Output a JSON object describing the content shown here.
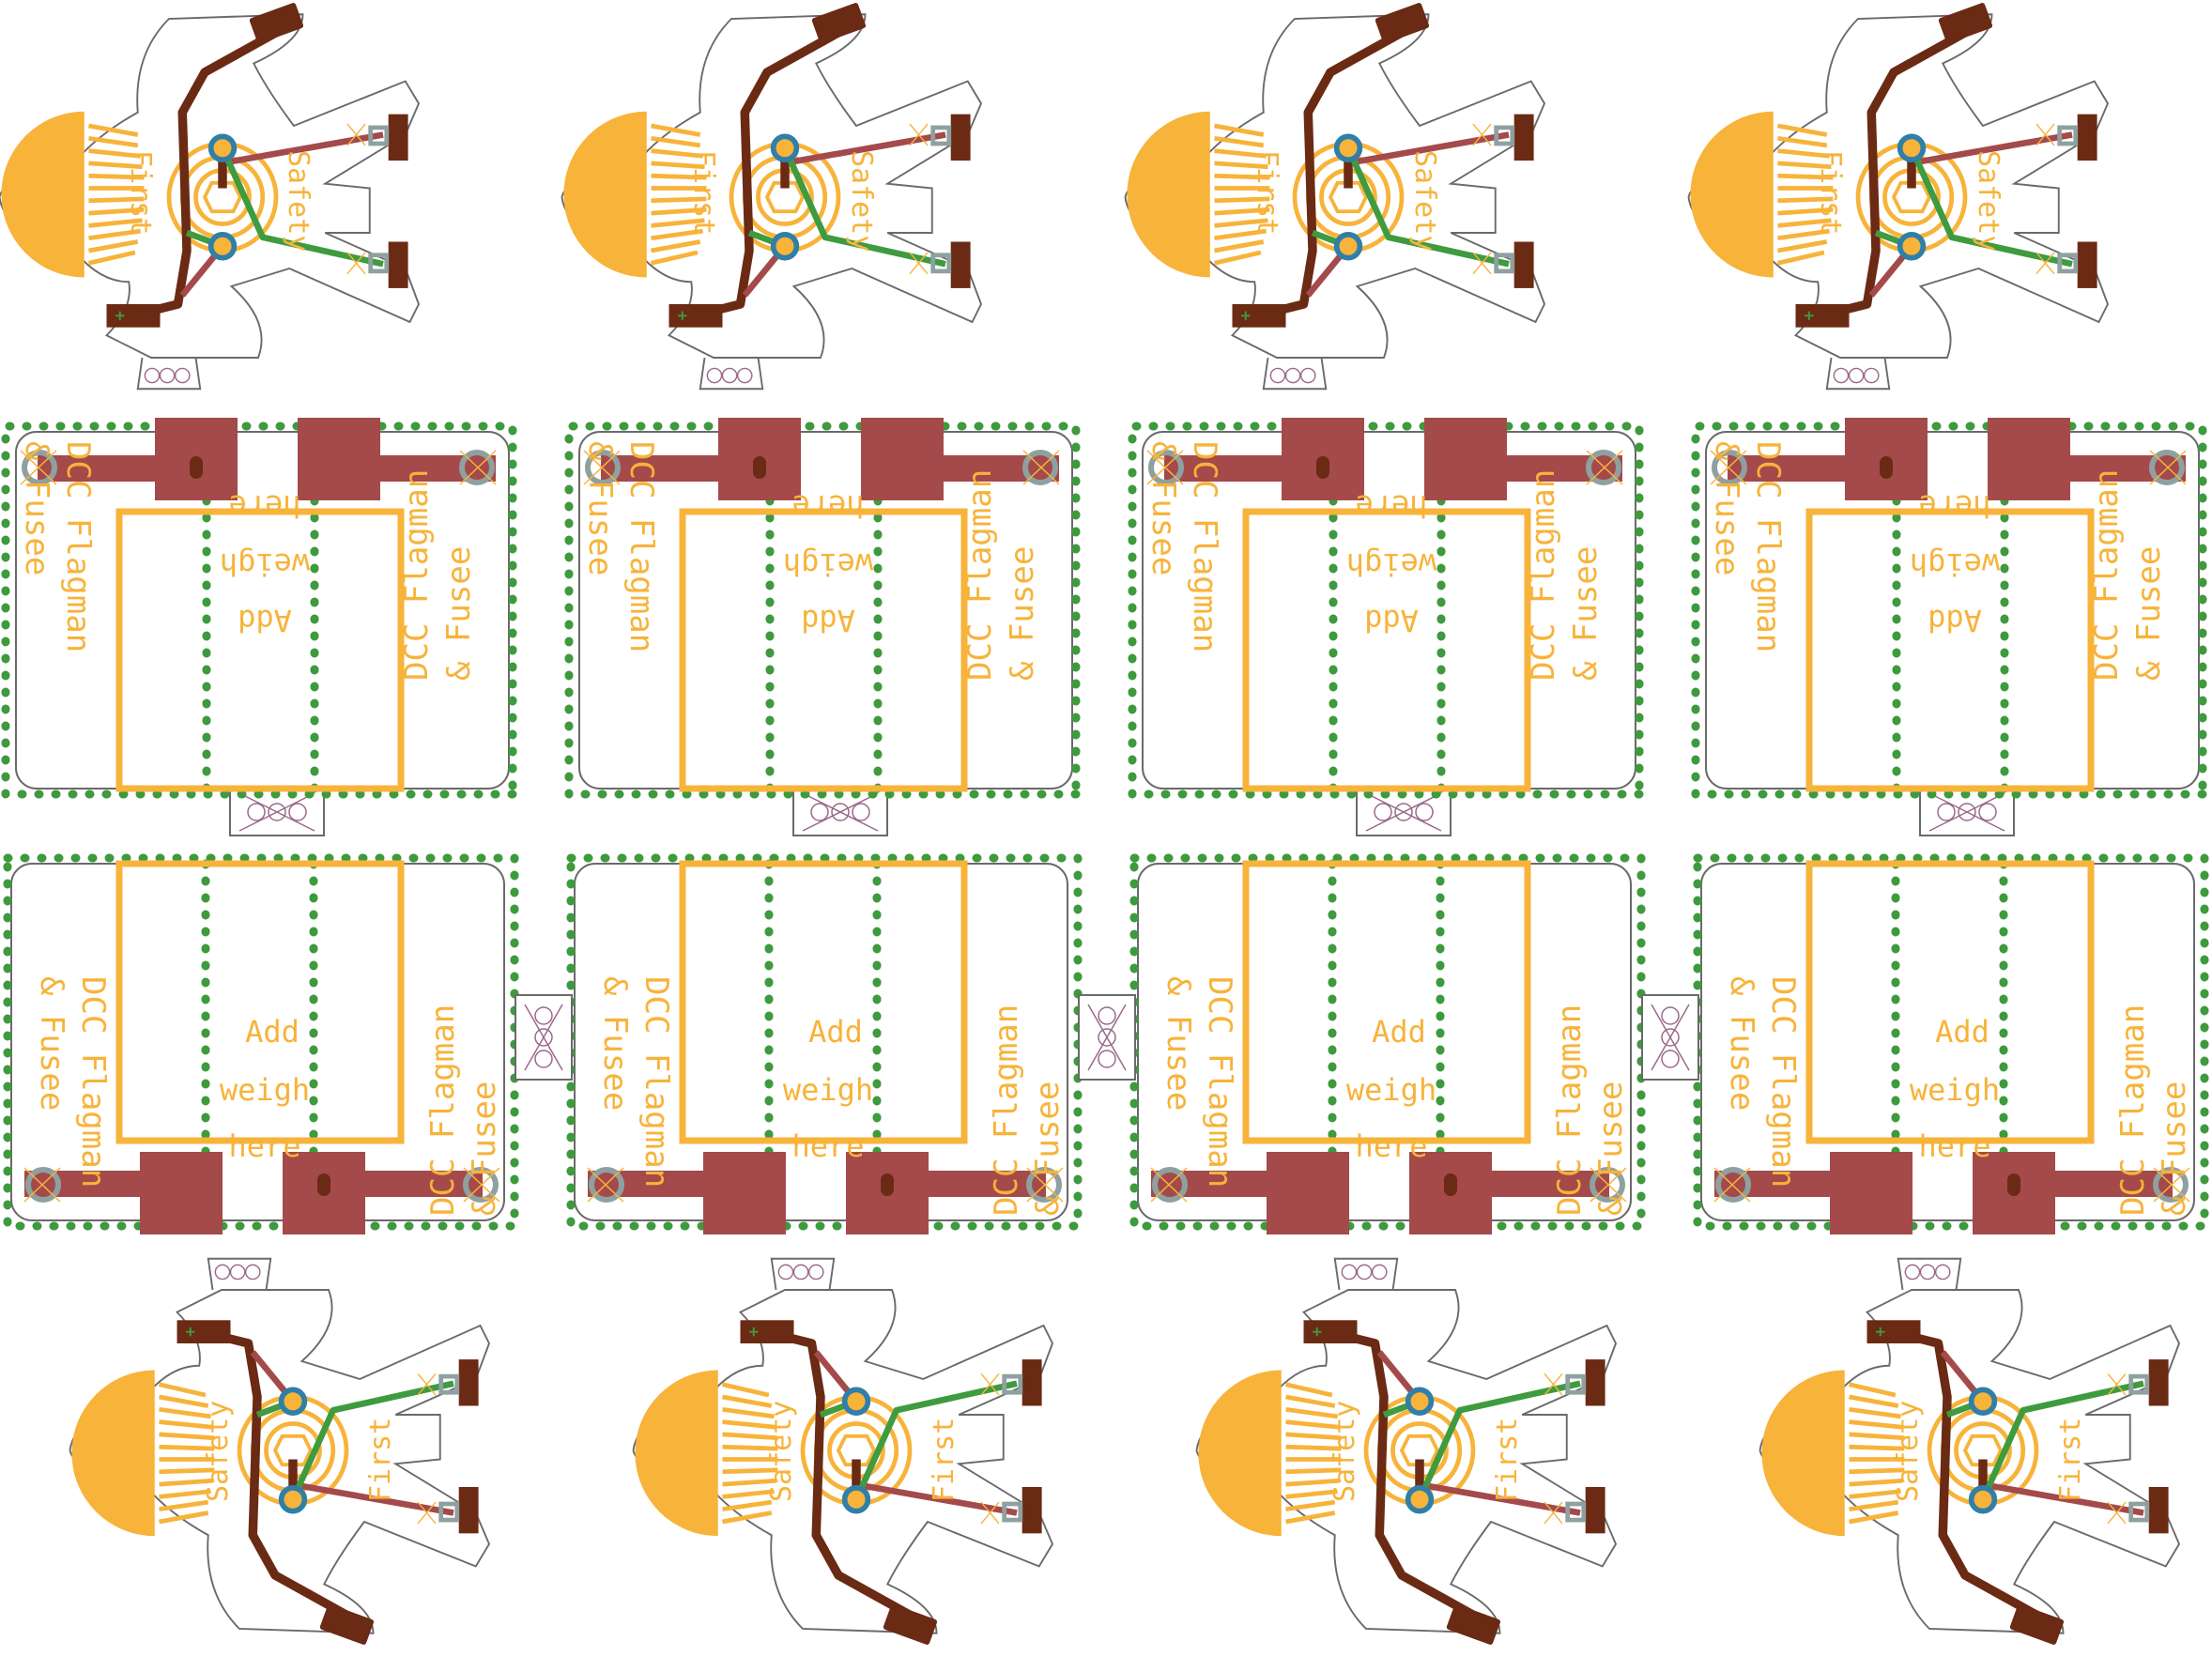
{
  "view": "pcb-layout",
  "colors": {
    "background": "#ffffff",
    "outline": "#6a6a6a",
    "silkscreen": "#f7b33a",
    "copper_top": "#a44a4a",
    "copper_dark": "#6b2a14",
    "trace_green": "#3f9b3f",
    "via_ring": "#2f7fa8",
    "pad_gray": "#8fa0a0",
    "fill_stitch": "#3d9a3d"
  },
  "labels": {
    "board_name_line1": "DCC Flagman",
    "board_name_line2": "& Fusee",
    "weight_line1": "Add",
    "weight_line2": "weigh",
    "weight_line3": "here",
    "figure_word1": "Safety",
    "figure_word2": "First"
  },
  "panel": {
    "columns": 4,
    "rows_of_weight_boards": 2,
    "figure_rows": 2
  }
}
